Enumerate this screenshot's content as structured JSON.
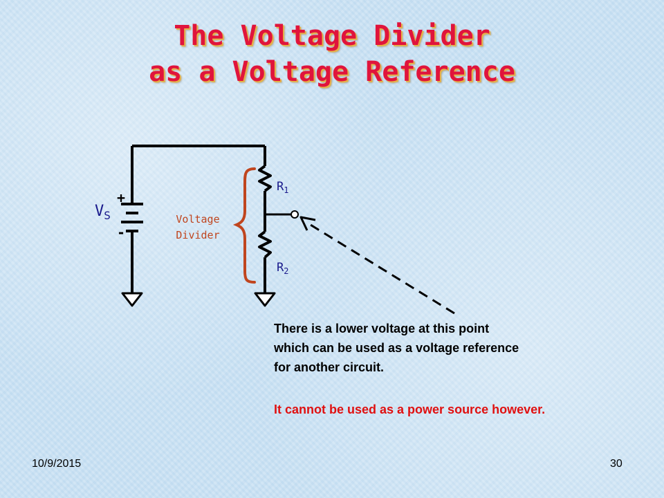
{
  "title": {
    "line1": "The Voltage Divider",
    "line2": "as a Voltage Reference"
  },
  "circuit": {
    "source": {
      "label": "V",
      "subscript": "S",
      "plus": "+",
      "minus": "-"
    },
    "r1": {
      "label": "R",
      "subscript": "1"
    },
    "r2": {
      "label": "R",
      "subscript": "2"
    },
    "divider_label": {
      "line1": "Voltage",
      "line2": "Divider"
    }
  },
  "annotation": {
    "lines": [
      "There is a lower voltage at this point",
      "which can be used as a voltage reference",
      "for another circuit."
    ],
    "warning": "It cannot be used as a power source however."
  },
  "footer": {
    "date": "10/9/2015",
    "slide_number": "30"
  },
  "colors": {
    "title": "#e0143c",
    "title_shadow": "#e5b24a",
    "wire": "#000000",
    "bracket": "#c0451e",
    "divider_text": "#c0451e",
    "label_text": "#1a1a8c",
    "warning": "#e01010"
  }
}
